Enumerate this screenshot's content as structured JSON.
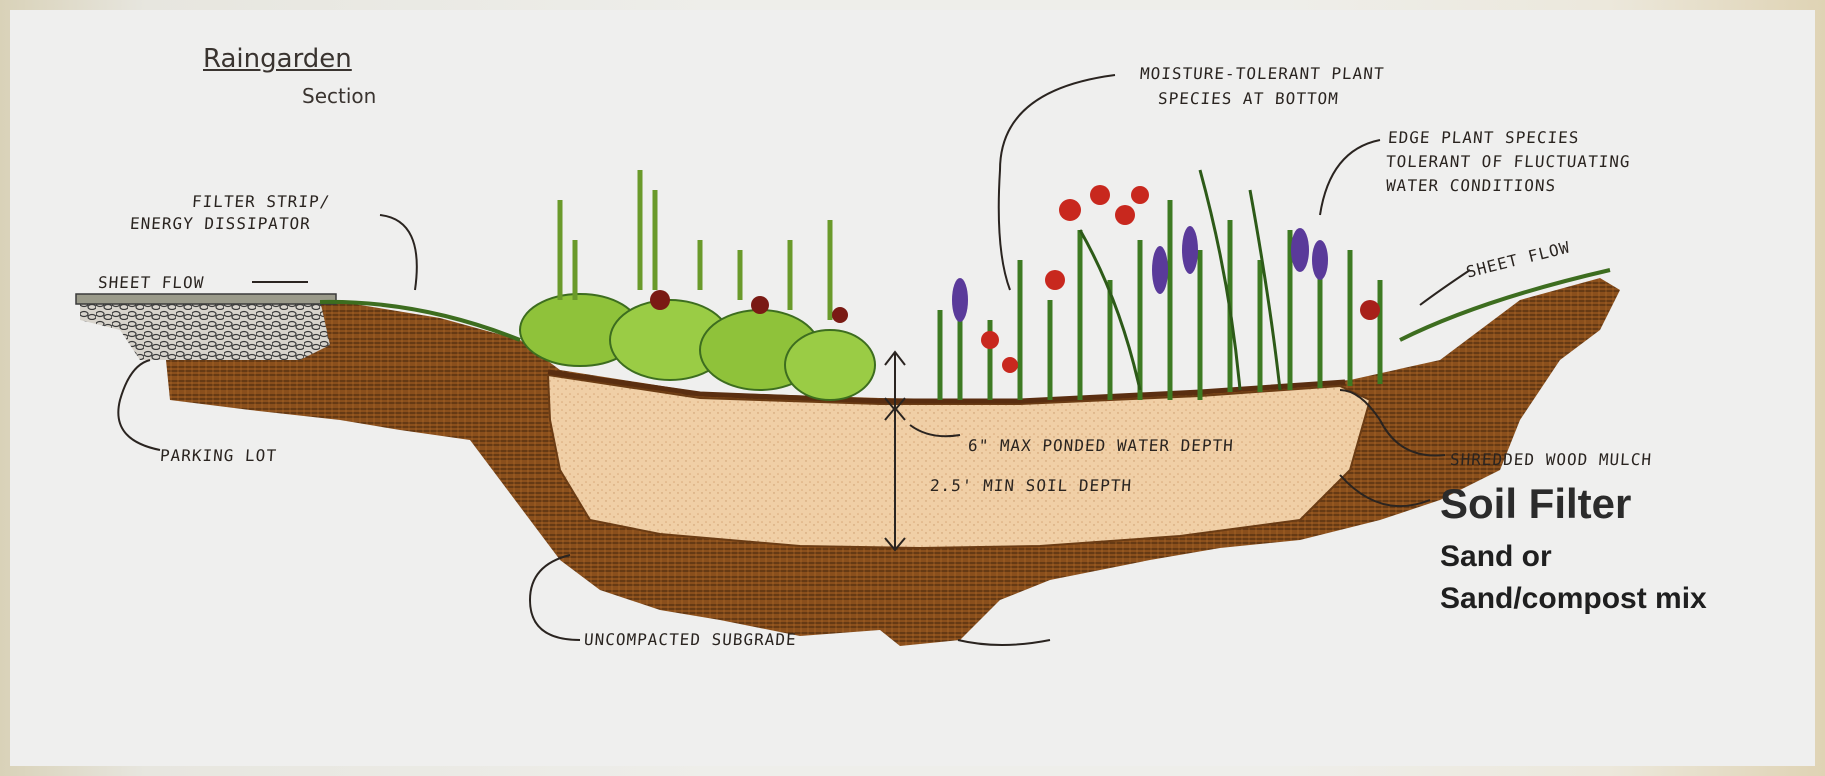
{
  "diagram": {
    "title": "Raingarden",
    "subtitle": "Section",
    "labels": {
      "filter_strip_line1": "FILTER STRIP/",
      "filter_strip_line2": "ENERGY DISSIPATOR",
      "sheet_flow_left": "SHEET FLOW",
      "parking_lot": "PARKING LOT",
      "moisture_line1": "MOISTURE-TOLERANT PLANT",
      "moisture_line2": "SPECIES AT BOTTOM",
      "edge_line1": "EDGE PLANT SPECIES",
      "edge_line2": "TOLERANT OF FLUCTUATING",
      "edge_line3": "WATER CONDITIONS",
      "sheet_flow_right": "SHEET FLOW",
      "ponded_depth": "6\" MAX PONDED WATER DEPTH",
      "soil_depth": "2.5' MIN SOIL DEPTH",
      "mulch": "SHREDDED WOOD MULCH",
      "subgrade": "UNCOMPACTED SUBGRADE"
    },
    "soil_filter": {
      "title": "Soil Filter",
      "line1": "Sand or",
      "line2": "Sand/compost mix"
    },
    "colors": {
      "soil_brown": "#8a4f1c",
      "soil_dark": "#5a3212",
      "sand": "#f0cfa6",
      "plant_green": "#8fc23a",
      "flower_red": "#c8281e",
      "flower_purple": "#5a3a9a"
    }
  }
}
